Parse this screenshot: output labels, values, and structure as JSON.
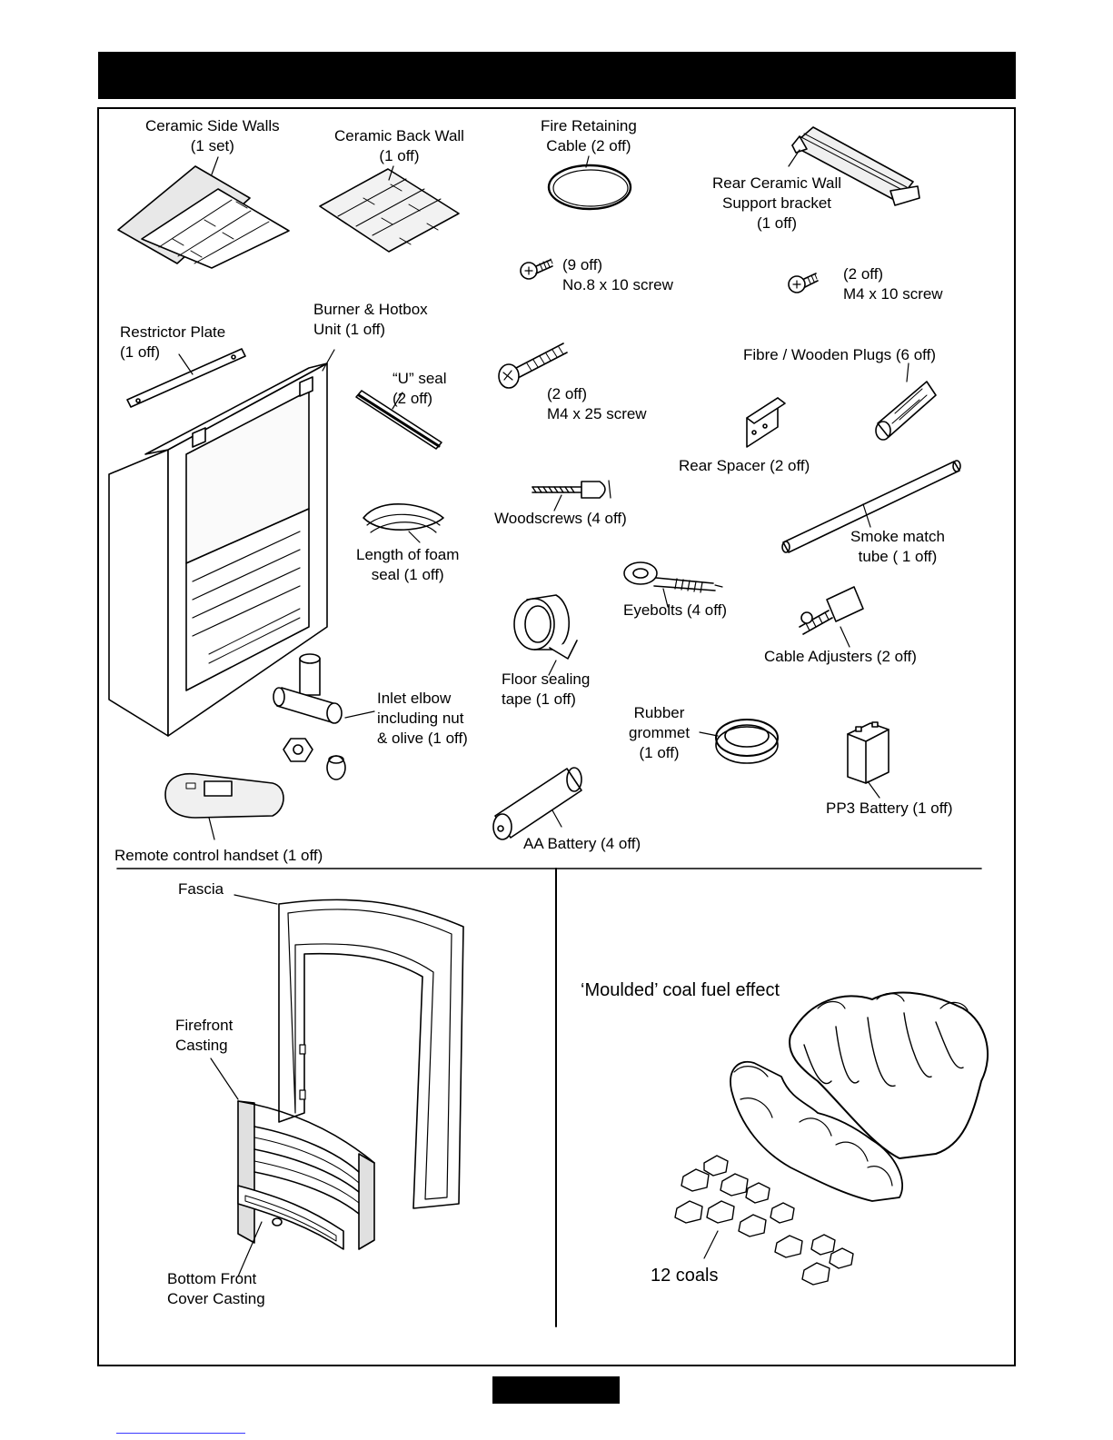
{
  "components": {
    "ceramic_side_walls": "Ceramic Side Walls\n(1 set)",
    "ceramic_back_wall": "Ceramic Back Wall\n(1 off)",
    "fire_retaining_cable": "Fire Retaining\nCable (2 off)",
    "rear_ceramic_wall_bracket": "Rear Ceramic Wall\nSupport bracket\n(1 off)",
    "screw_no8": "(9 off)\nNo.8 x 10 screw",
    "screw_m4x10": "(2 off)\nM4 x 10 screw",
    "restrictor_plate": "Restrictor Plate\n(1 off)",
    "burner_hotbox": "Burner & Hotbox\nUnit (1 off)",
    "u_seal": "“U” seal\n(2 off)",
    "screw_m4x25": "(2 off)\nM4 x 25 screw",
    "fibre_wooden_plugs": "Fibre / Wooden Plugs (6 off)",
    "rear_spacer": "Rear Spacer (2 off)",
    "woodscrews": "Woodscrews (4 off)",
    "foam_seal": "Length of foam\nseal (1 off)",
    "smoke_match_tube": "Smoke match\ntube ( 1 off)",
    "eyebolts": "Eyebolts (4 off)",
    "cable_adjusters": "Cable Adjusters (2 off)",
    "floor_sealing_tape": "Floor sealing\ntape (1 off)",
    "inlet_elbow": "Inlet elbow\nincluding nut\n& olive (1 off)",
    "rubber_grommet": "Rubber\ngrommet\n(1 off)",
    "pp3_battery": "PP3 Battery (1 off)",
    "aa_battery": "AA Battery (4 off)",
    "remote_handset": "Remote control handset (1 off)"
  },
  "front_parts": {
    "fascia": "Fascia",
    "firefront_casting": "Firefront\nCasting",
    "bottom_front_cover": "Bottom Front\nCover Casting"
  },
  "fuel_effect": {
    "title": "‘Moulded’ coal fuel effect",
    "coals": "12 coals"
  }
}
